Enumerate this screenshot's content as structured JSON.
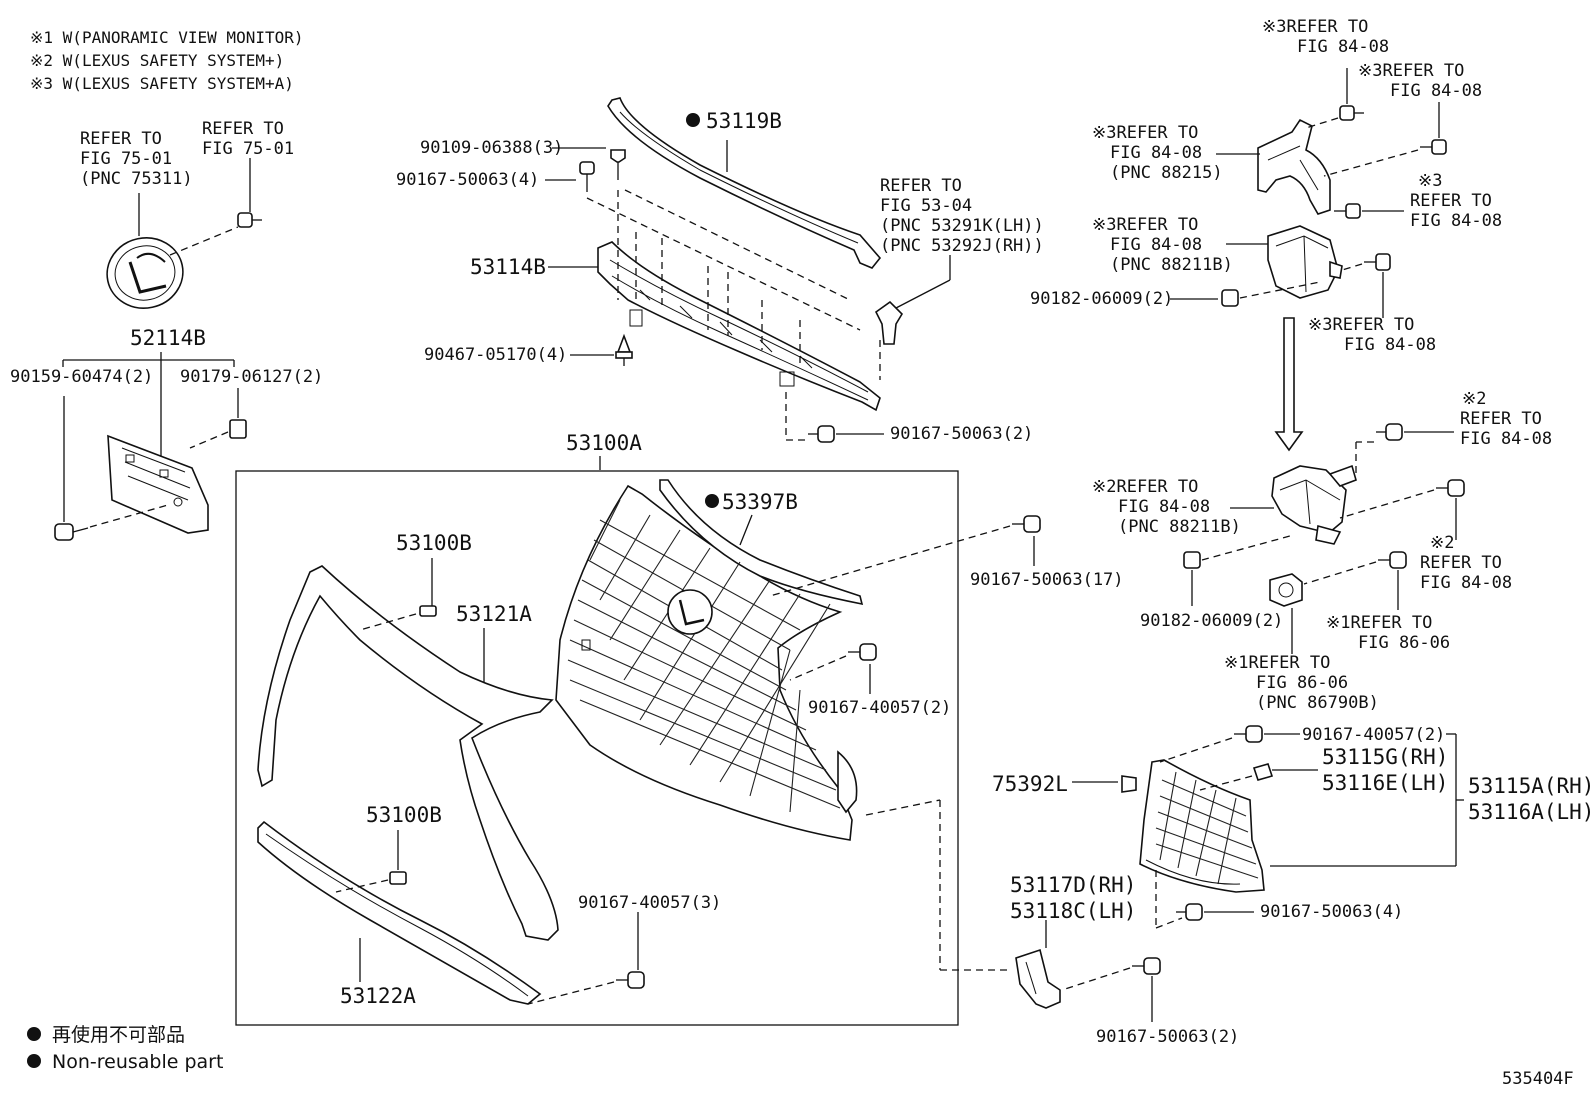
{
  "notes": [
    "※1 W(PANORAMIC VIEW MONITOR)",
    "※2 W(LEXUS SAFETY SYSTEM+)",
    "※3 W(LEXUS SAFETY SYSTEM+A)"
  ],
  "labels": {
    "l01": "REFER TO",
    "l02": "FIG 75-01",
    "l03": "(PNC 75311)",
    "l04": "REFER TO",
    "l05": "FIG 75-01",
    "l06": "52114B",
    "l07": "90159-60474(2)",
    "l08": "90179-06127(2)",
    "l09": "90109-06388(3)",
    "l10": "90167-50063(4)",
    "l11": "53119B",
    "l12": "53114B",
    "l13": "90467-05170(4)",
    "l14": "REFER TO",
    "l15": "FIG 53-04",
    "l16": "(PNC 53291K(LH))",
    "l17": "(PNC 53292J(RH))",
    "l18": "90167-50063(2)",
    "l19": "53100A",
    "l20": "53397B",
    "l21": "53100B",
    "l22": "53121A",
    "l23": "90167-50063(17)",
    "l24": "90167-40057(2)",
    "l25": "53100B",
    "l26": "90167-40057(3)",
    "l27": "53122A",
    "l28": "※3REFER TO",
    "l29": "FIG 84-08",
    "l30": "※3REFER TO",
    "l31": "FIG 84-08",
    "l32": "※3REFER TO",
    "l33": "FIG 84-08",
    "l34": "(PNC 88215)",
    "l35": "※3",
    "l36": "REFER TO",
    "l37": "FIG 84-08",
    "l38": "※3REFER TO",
    "l39": "FIG 84-08",
    "l40": "(PNC 88211B)",
    "l41": "90182-06009(2)",
    "l42": "※3REFER TO",
    "l43": "FIG 84-08",
    "l44": "※2",
    "l45": "REFER TO",
    "l46": "FIG 84-08",
    "l47": "※2REFER TO",
    "l48": "FIG 84-08",
    "l49": "(PNC 88211B)",
    "l50": "※2",
    "l51": "REFER TO",
    "l52": "FIG 84-08",
    "l53": "90182-06009(2)",
    "l54": "※1REFER TO",
    "l55": "FIG 86-06",
    "l56": "※1REFER TO",
    "l57": "FIG 86-06",
    "l58": "(PNC 86790B)",
    "l59": "90167-40057(2)",
    "l60": "53115G(RH)",
    "l61": "53116E(LH)",
    "l62": "53115A(RH)",
    "l63": "53116A(LH)",
    "l64": "75392L",
    "l65": "53117D(RH)",
    "l66": "53118C(LH)",
    "l67": "90167-50063(4)",
    "l68": "90167-50063(2)"
  },
  "legend": {
    "jp": "再使用不可部品",
    "en": "Non-reusable part"
  },
  "illustration_id": "535404F"
}
